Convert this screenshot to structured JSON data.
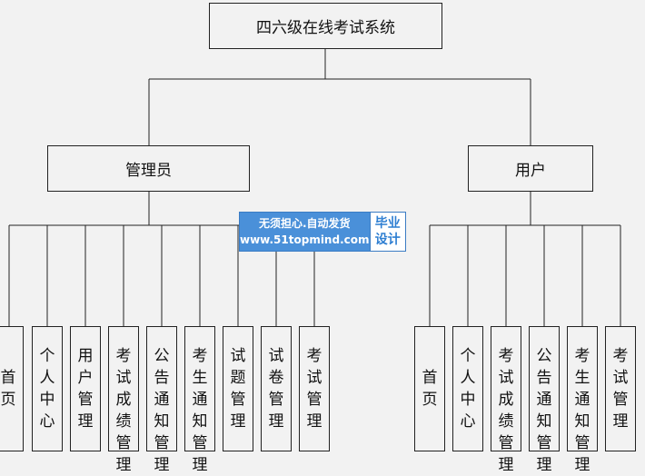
{
  "root": {
    "label": "四六级在线考试系统"
  },
  "branches": [
    {
      "label": "管理员",
      "children": [
        "首页",
        "个人中心",
        "用户管理",
        "考试成绩管理",
        "公告通知管理",
        "考生通知管理",
        "试题管理",
        "试卷管理",
        "考试管理"
      ]
    },
    {
      "label": "用户",
      "children": [
        "首页",
        "个人中心",
        "考试成绩管理",
        "公告通知管理",
        "考生通知管理",
        "考试管理"
      ]
    }
  ],
  "watermark": {
    "line1": "无须担心.自动发货",
    "line2": "www.51topmind.com",
    "badge_line1": "毕业",
    "badge_line2": "设计"
  },
  "colors": {
    "line": "#222222",
    "background": "#f2f2f2",
    "watermark_blue": "#4a90d9"
  }
}
